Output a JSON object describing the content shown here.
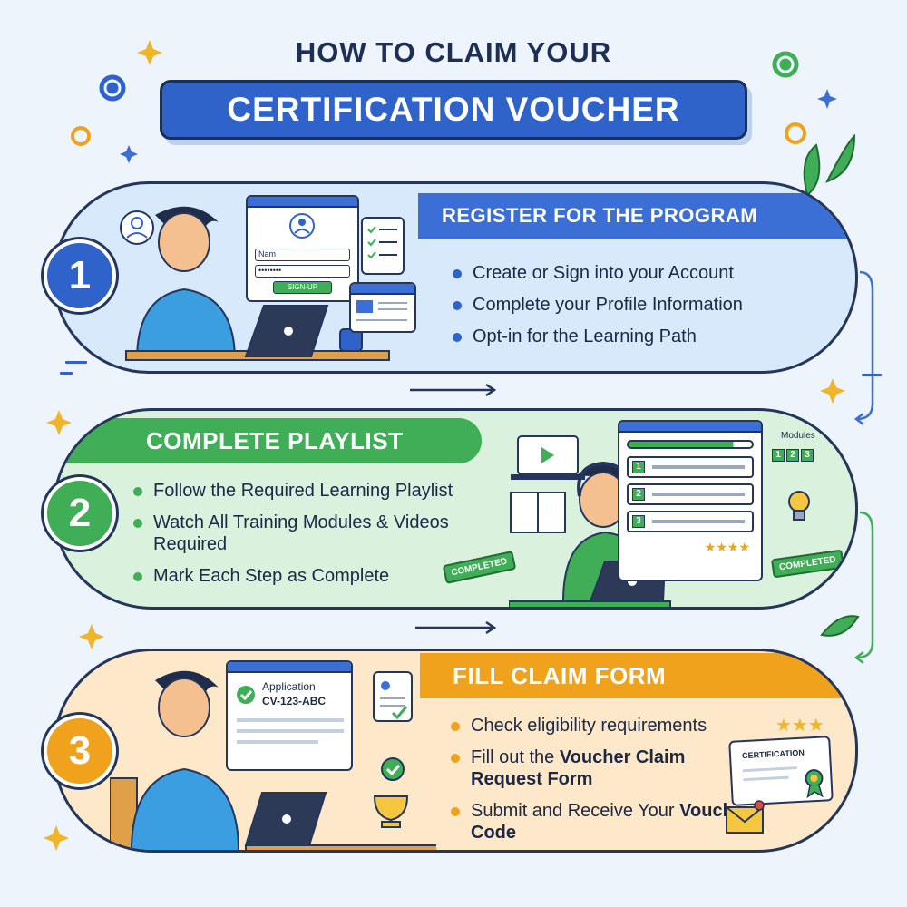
{
  "header": {
    "title_line1": "HOW TO CLAIM YOUR",
    "title_line2": "CERTIFICATION VOUCHER"
  },
  "steps": [
    {
      "number": "1",
      "title": "REGISTER FOR THE PROGRAM",
      "color": "#3c6fd6",
      "bullets": [
        "Create or Sign into your Account",
        "Complete your Profile Information",
        "Opt-in for the Learning Path"
      ],
      "illustration": {
        "field_name": "Nam",
        "field_password": "••••••••",
        "button": "SIGN-UP"
      }
    },
    {
      "number": "2",
      "title": "COMPLETE PLAYLIST",
      "color": "#3fae56",
      "bullets": [
        "Follow the Required Learning Playlist",
        "Watch All Training Modules & Videos Required",
        "Mark Each Step as Complete"
      ],
      "illustration": {
        "modules_label": "Modules",
        "module_numbers": [
          "1",
          "2",
          "3"
        ],
        "stamp": "COMPLETED",
        "rating": "★★★★"
      }
    },
    {
      "number": "3",
      "title": "FILL CLAIM FORM",
      "color": "#f0a21c",
      "bullets": [
        {
          "plain": "Check eligibility requirements"
        },
        {
          "plain": "Fill out the ",
          "bold": "Voucher Claim Request Form"
        },
        {
          "plain": "Submit and Receive Your ",
          "bold": "Voucher Code"
        }
      ],
      "illustration": {
        "application_label": "Application",
        "application_code": "CV-123-ABC",
        "certificate_label": "CERTIFICATION"
      }
    }
  ]
}
